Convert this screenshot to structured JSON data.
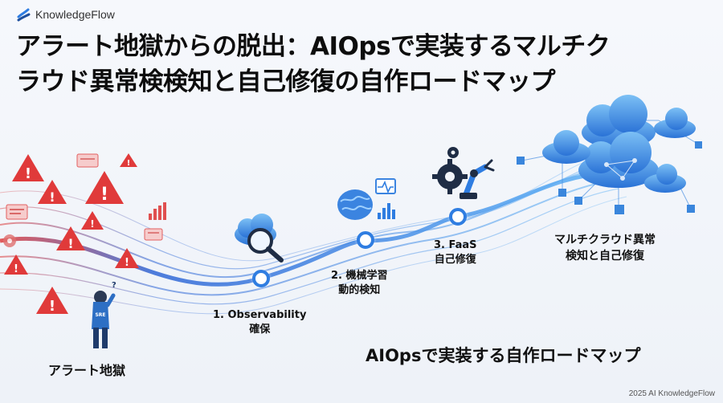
{
  "brand": {
    "name": "KnowledgeFlow",
    "logo_icon": "knowledgeflow-logo-icon"
  },
  "title": {
    "line1": "アラート地獄からの脱出：AIOpsで実装するマルチク",
    "line2": "ラウド異常検検知と自己修復の自作ロードマップ"
  },
  "alert_hell": {
    "label": "アラート地獄",
    "person_badge": "SRE"
  },
  "steps": [
    {
      "line1": "1. Observability",
      "line2": "確保",
      "icon": "cloud-search-icon"
    },
    {
      "line1": "2. 機械学習",
      "line2": "動的検知",
      "icon": "brain-chart-icon"
    },
    {
      "line1": "3. FaaS",
      "line2": "自己修復",
      "icon": "gears-robot-arm-icon"
    }
  ],
  "goal": {
    "line1": "マルチクラウド異常",
    "line2": "検知と自己修復",
    "icon": "multicloud-network-icon"
  },
  "roadmap_label": "AIOpsで実装する自作ロードマップ",
  "footer": "2025 AI KnowledgeFlow",
  "colors": {
    "accent": "#2f7de1",
    "alert": "#e03a3a",
    "dark_text": "#0d0d0d"
  }
}
